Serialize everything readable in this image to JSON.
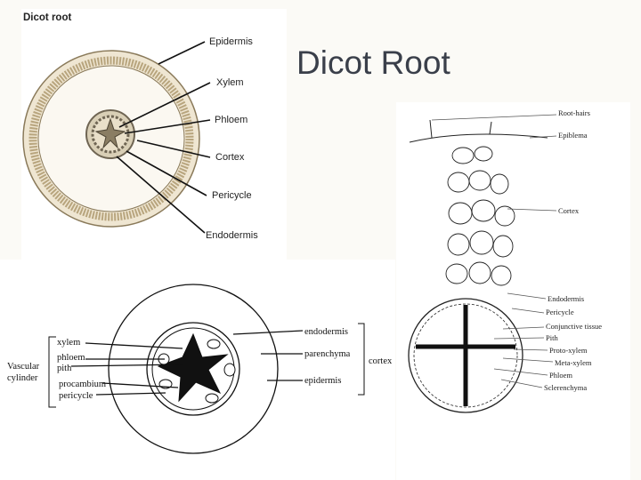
{
  "slide": {
    "title": "Dicot Root"
  },
  "diagram_a": {
    "heading": "Dicot root",
    "labels": [
      "Epidermis",
      "Xylem",
      "Phloem",
      "Cortex",
      "Pericycle",
      "Endodermis"
    ]
  },
  "diagram_b": {
    "left_labels": [
      "xylem",
      "phloem",
      "pith",
      "procambium",
      "pericycle"
    ],
    "group_label_line1": "Vascular",
    "group_label_line2": "cylinder",
    "right_labels": [
      "endodermis",
      "parenchyma",
      "epidermis"
    ],
    "right_group_label": "cortex"
  },
  "diagram_c": {
    "labels": [
      "Root-hairs",
      "Epiblema",
      "Cortex",
      "Endodermis",
      "Pericycle",
      "Conjunctive tissue",
      "Pith",
      "Proto-xylem",
      "Meta-xylem",
      "Phloem",
      "Sclerenchyma"
    ]
  },
  "colors": {
    "tissue_fill": "#e9dcc2",
    "tissue_stroke": "#8a7a5a",
    "vascular": "#6f6553"
  }
}
